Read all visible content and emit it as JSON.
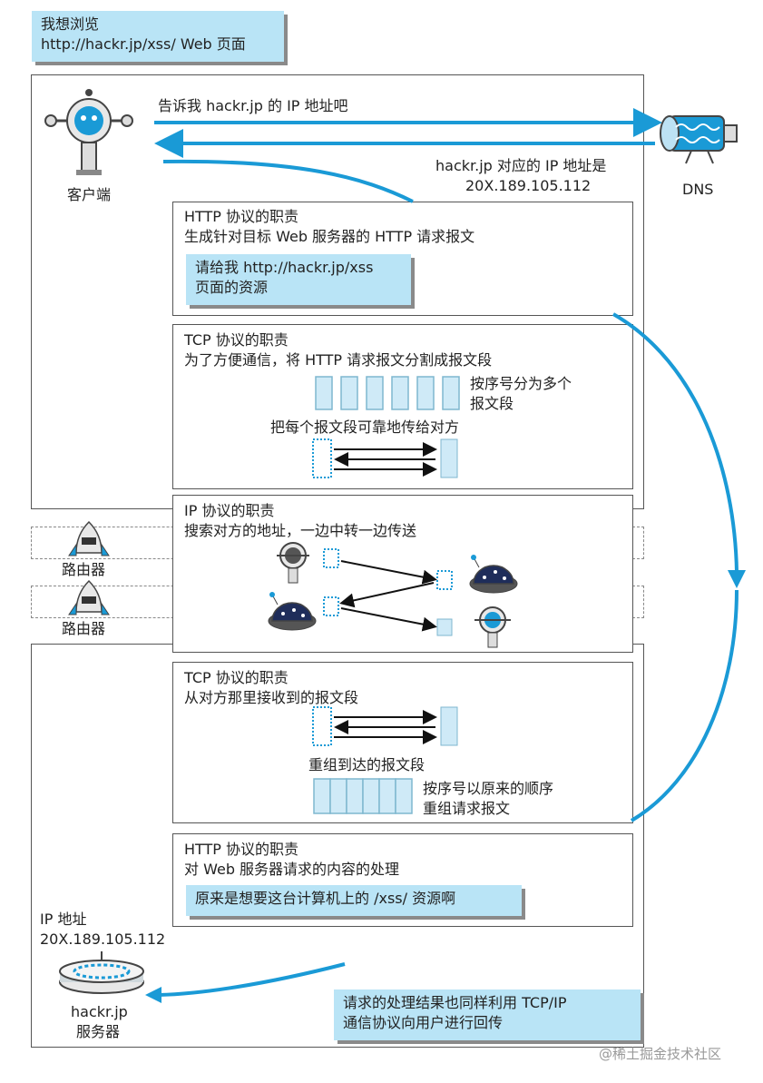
{
  "bubble": {
    "line1": "我想浏览",
    "line2": "http://hackr.jp/xss/ Web 页面"
  },
  "client_label": "客户端",
  "dns": {
    "request": "告诉我 hackr.jp 的 IP 地址吧",
    "reply_line1": "hackr.jp 对应的 IP 地址是",
    "reply_line2": "20X.189.105.112",
    "label": "DNS"
  },
  "http_client": {
    "title": "HTTP 协议的职责",
    "desc": "生成针对目标 Web 服务器的 HTTP 请求报文",
    "note_line1": "请给我 http://hackr.jp/xss",
    "note_line2": "页面的资源"
  },
  "tcp_client": {
    "title": "TCP 协议的职责",
    "desc": "为了方便通信，将 HTTP 请求报文分割成报文段",
    "split_line1": "按序号分为多个",
    "split_line2": "报文段",
    "reliable": "把每个报文段可靠地传给对方"
  },
  "ip": {
    "title": "IP 协议的职责",
    "desc": "搜索对方的地址，一边中转一边传送"
  },
  "routers": [
    "路由器",
    "路由器"
  ],
  "tcp_server": {
    "title": "TCP 协议的职责",
    "desc": "从对方那里接收到的报文段",
    "reassemble": "重组到达的报文段",
    "order_line1": "按序号以原来的顺序",
    "order_line2": "重组请求报文"
  },
  "http_server": {
    "title": "HTTP 协议的职责",
    "desc": "对 Web 服务器请求的内容的处理",
    "note": "原来是想要这台计算机上的 /xss/ 资源啊"
  },
  "server": {
    "ip_label": "IP 地址",
    "ip_value": "20X.189.105.112",
    "name_line1": "hackr.jp",
    "name_line2": "服务器"
  },
  "result": {
    "line1": "请求的处理结果也同样利用 TCP/IP",
    "line2": "通信协议向用户进行回传"
  },
  "watermark": "@稀土掘金技术社区",
  "colors": {
    "accent": "#1a9ad6",
    "callout": "#b9e4f6",
    "segment": "#cfeaf7"
  }
}
